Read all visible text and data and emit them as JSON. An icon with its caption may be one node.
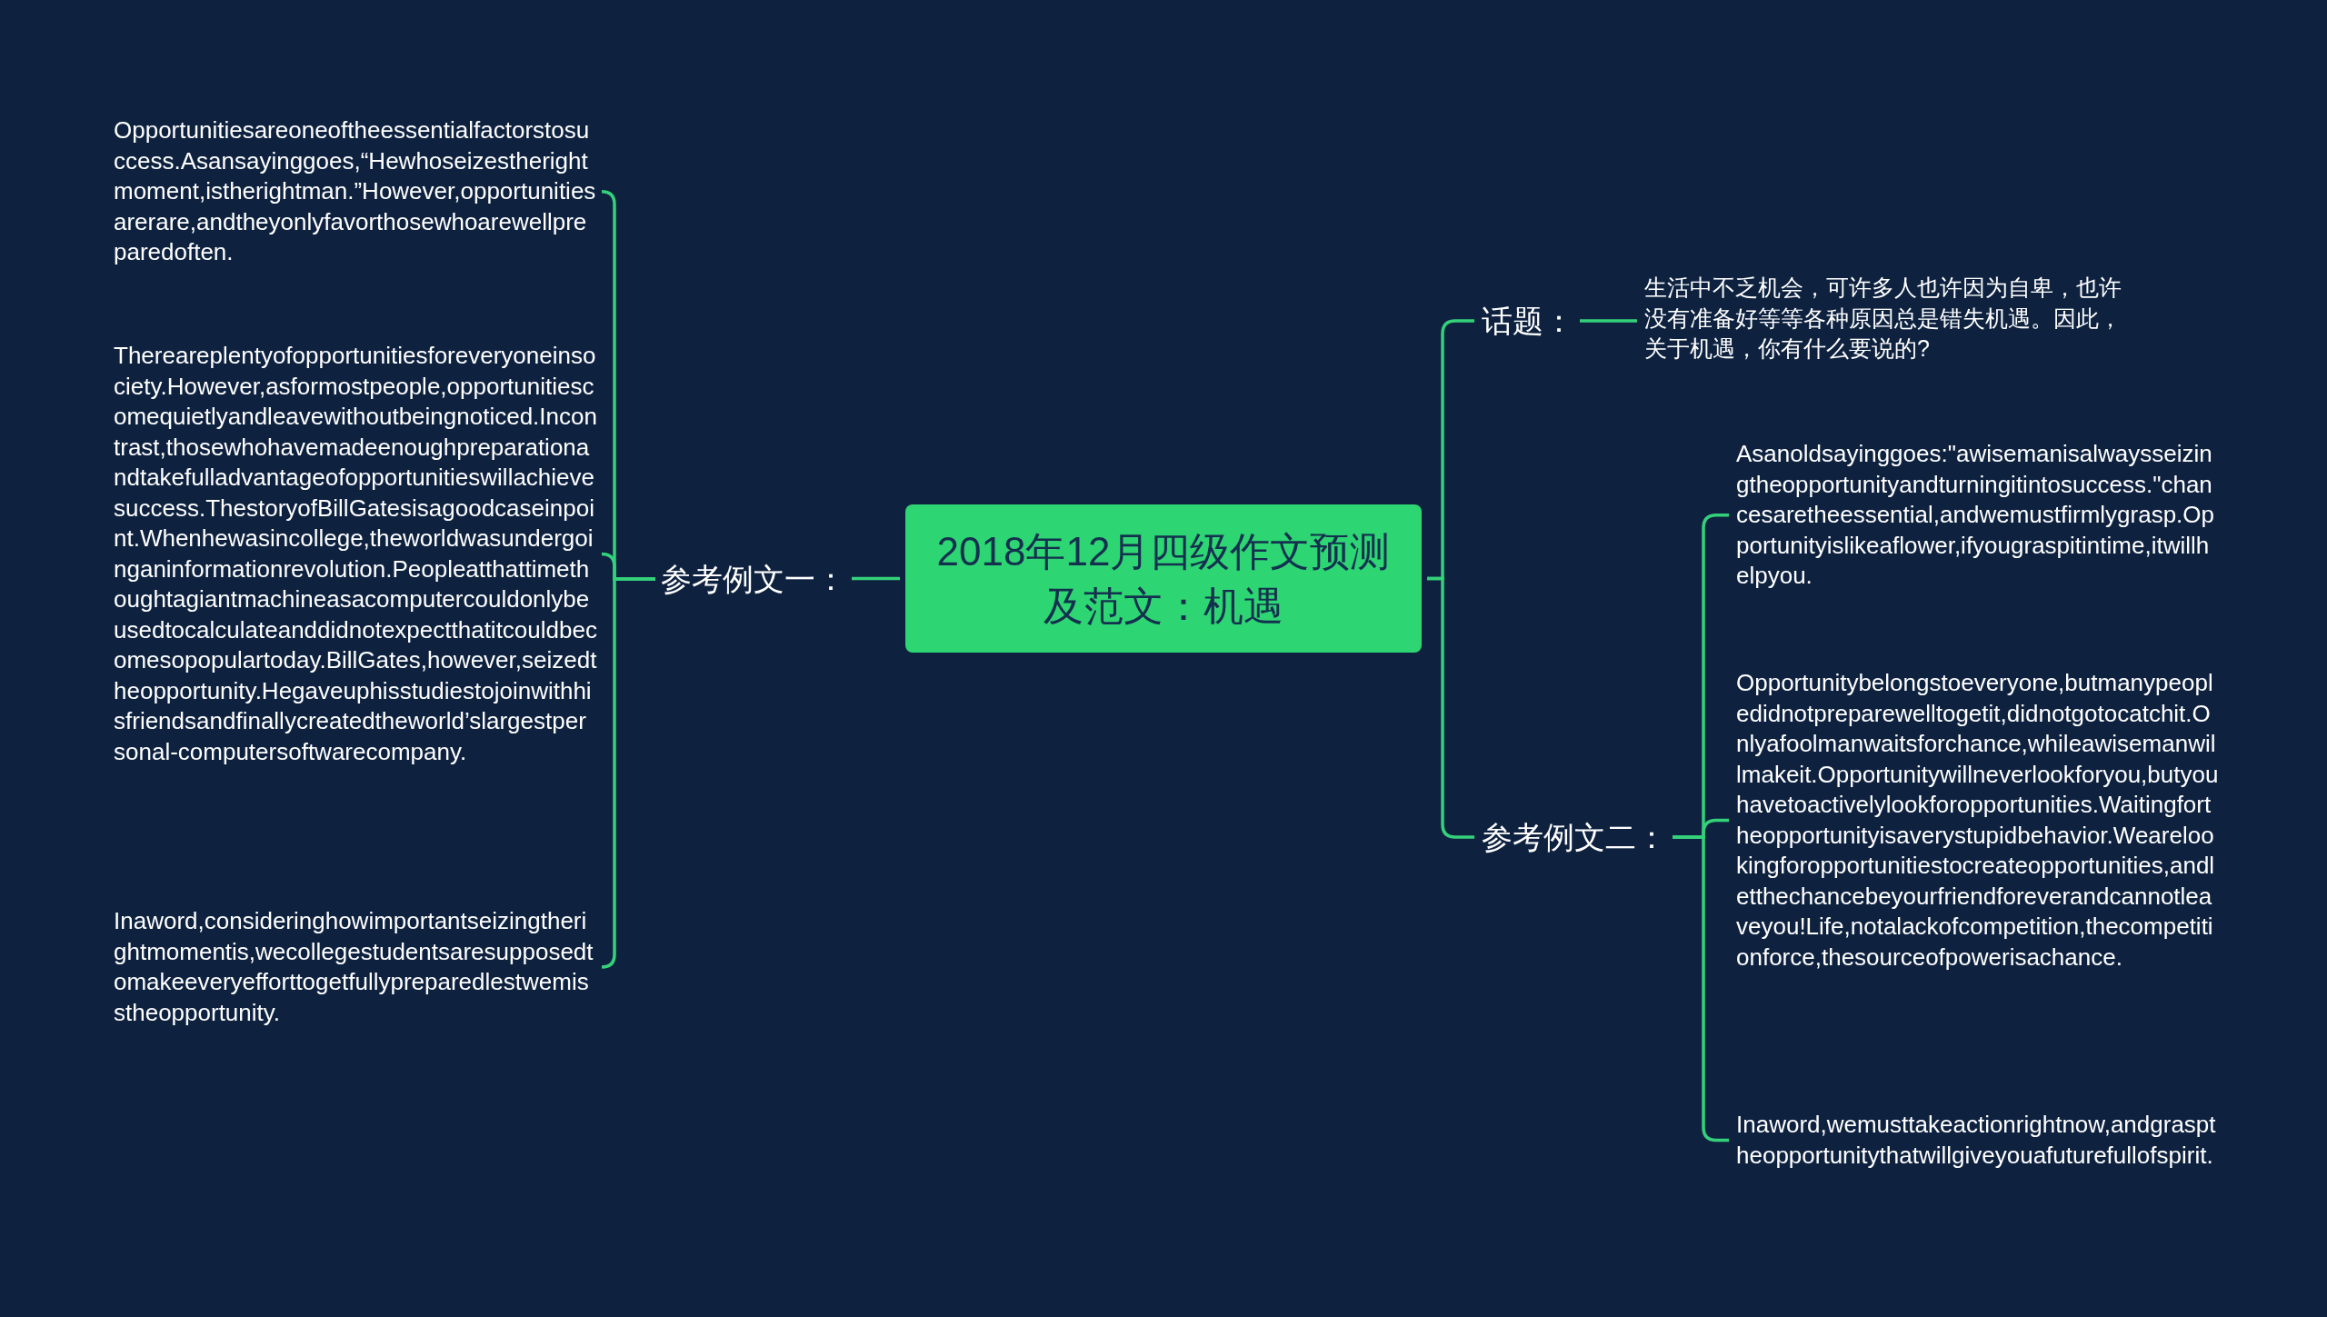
{
  "diagram": {
    "nodes": [
      {
        "text": [
          "2018年12月四级作文预测及范文：机遇"
        ]
      },
      {
        "text": [
          "参考例文一："
        ]
      },
      {
        "text": [
          "Opportunitiesareoneoftheessentialfactorstosuccess.Asansayinggoes,“Hewhoseizestherightmoment,istherightman.”However,opportunitiesarerare,andtheyonlyfavorthosewhoarewellpreparedoften."
        ]
      },
      {
        "text": [
          "Thereareplentyofopportunitiesforeveryoneinsociety.However,asformostpeople,opportunitiescomequietlyandleavewithoutbeingnoticed.Incontrast,thosewhohavemadeenoughpreparationandtakefulladvantageofopportunitieswillachievesuccess.ThestoryofBillGatesisagoodcaseinpoint.Whenhewasincollege,theworldwasundergoinganinformationrevolution.Peopleatthattimethoughtagiantmachineasacomputercouldonlybeusedtocalculateanddidnotexpectthatitcouldbecomesopopulartoday.BillGates,however,seizedtheopportunity.Hegaveuphisstudiestojoinwithhisfriendsandfinallycreatedtheworld’slargestpersonal-computersoftwarecompany."
        ]
      },
      {
        "text": [
          "Inaword,consideringhowimportantseizingtherightmomentis,wecollegestudentsaresupposedtomakeeveryefforttogetfullypreparedlestwemisstheopportunity."
        ]
      },
      {
        "text": [
          "话题："
        ]
      },
      {
        "text": [
          "生活中不乏机会，可许多人也许因为自卑，也许没有准备好等等各种原因总是错失机遇。因此，关于机遇，你有什么要说的?"
        ]
      },
      {
        "text": [
          "参考例文二："
        ]
      },
      {
        "text": [
          "Asanoldsayinggoes:\"awisemanisalwaysseizingtheopportunityandturningitintosuccess.\"chancesaretheessential,andwemustfirmlygrasp.Opportunityislikeaflower,ifyougraspitintime,itwillhelpyou."
        ]
      },
      {
        "text": [
          "Opportunitybelongstoeveryone,butmanypeopledidnotpreparewelltogetit,didnotgotocatchit.Onlyafoolmanwaitsforchance,whileawisemanwillmakeit.Opportunitywillneverlookforyou,butyouhavetoactivelylookforopportunities.Waitingfortheopportunityisaverystupidbehavior.Wearelookingforopportunitiestocreateopportunities,andletthechancebeyourfriendforeverandcannotleaveyou!Life,notalackofcompetition,thecompetitionforce,thesourceofpowerisachance."
        ]
      },
      {
        "text": [
          "Inaword,wemusttakeactionrightnow,andgrasptheopportunitythatwillgiveyouafuturefullofspirit."
        ]
      }
    ],
    "edges": [
      {
        "from": 0,
        "to": 1,
        "arrow": "none"
      },
      {
        "from": 1,
        "to": 2,
        "arrow": "none"
      },
      {
        "from": 1,
        "to": 3,
        "arrow": "none"
      },
      {
        "from": 1,
        "to": 4,
        "arrow": "none"
      },
      {
        "from": 0,
        "to": 5,
        "arrow": "none"
      },
      {
        "from": 5,
        "to": 6,
        "arrow": "none"
      },
      {
        "from": 0,
        "to": 7,
        "arrow": "none"
      },
      {
        "from": 7,
        "to": 8,
        "arrow": "none"
      },
      {
        "from": 7,
        "to": 9,
        "arrow": "none"
      },
      {
        "from": 7,
        "to": 10,
        "arrow": "none"
      }
    ]
  }
}
